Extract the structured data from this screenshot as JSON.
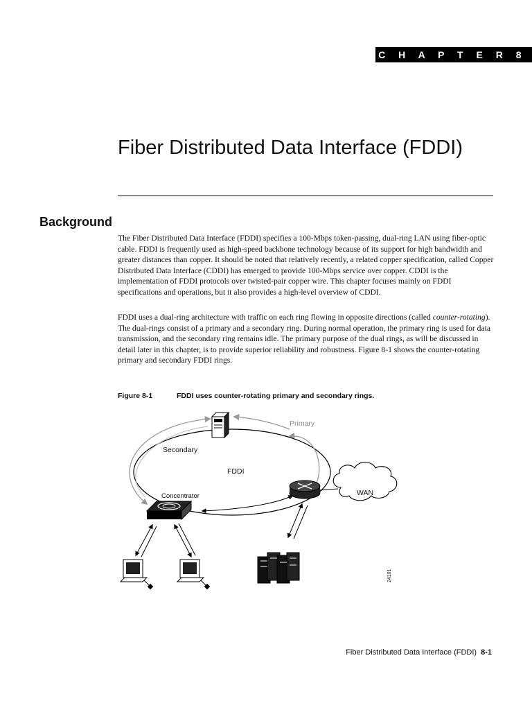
{
  "header": {
    "chapter_label": "C H A P T E R 8"
  },
  "chapter_title": "Fiber Distributed Data Interface (FDDI)",
  "section": {
    "heading": "Background"
  },
  "paragraphs": {
    "p1": "The Fiber Distributed Data Interface (FDDI) specifies a 100-Mbps token-passing, dual-ring LAN using fiber-optic cable. FDDI is frequently used as high-speed backbone technology because of its support for high bandwidth and greater distances than copper. It should be noted that relatively recently, a related copper specification, called Copper Distributed Data Interface (CDDI) has emerged to provide 100-Mbps service over copper. CDDI is the implementation of FDDI protocols over twisted-pair copper wire. This chapter focuses mainly on FDDI specifications and operations, but it also provides a high-level overview of CDDI.",
    "p2_before": "FDDI uses a dual-ring architecture with traffic on each ring flowing in opposite directions (called ",
    "p2_em": "counter-rotating",
    "p2_after": "). The dual-rings consist of a primary and a secondary ring. During normal operation, the primary ring is used for data transmission, and the secondary ring remains idle. The primary purpose of the dual rings, as will be discussed in detail later in this chapter, is to provide superior reliability and robustness. Figure 8-1 shows the counter-rotating primary and secondary FDDI rings."
  },
  "figure": {
    "number": "Figure 8-1",
    "caption": "FDDI uses counter-rotating primary and secondary rings.",
    "labels": {
      "primary": "Primary",
      "secondary": "Secondary",
      "fddi": "FDDI",
      "concentrator": "Concentrator",
      "wan": "WAN",
      "figure_id": "24101"
    }
  },
  "footer": {
    "running_title": "Fiber Distributed Data Interface (FDDI)",
    "page_number": "8-1"
  }
}
